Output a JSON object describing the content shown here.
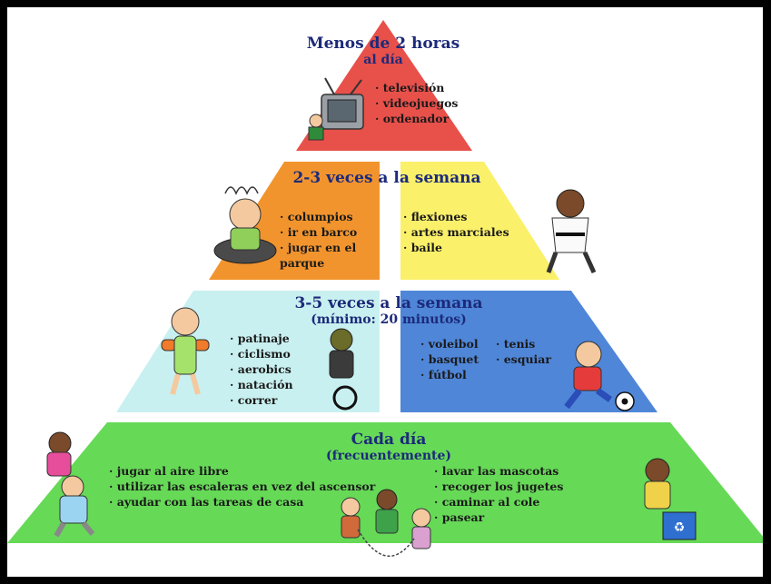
{
  "tiers": {
    "top": {
      "title_line1": "Menos de 2 horas",
      "title_line2": "al día",
      "items": [
        "televisión",
        "videojuegos",
        "ordenador"
      ]
    },
    "second": {
      "title": "2-3 veces a la semana",
      "left_items": [
        "columpios",
        "ir en barco",
        "jugar en el",
        "parque"
      ],
      "right_items": [
        "flexiones",
        "artes marciales",
        "baile"
      ]
    },
    "third": {
      "title_line1": "3-5 veces a la semana",
      "title_line2": "(mínimo: 20 minutos)",
      "left_items": [
        "patinaje",
        "ciclismo",
        "aerobics",
        "natación",
        "correr"
      ],
      "right_col1": [
        "voleibol",
        "basquet",
        "fútbol"
      ],
      "right_col2": [
        "tenis",
        "esquiar"
      ]
    },
    "base": {
      "title_line1": "Cada día",
      "title_line2": "(frecuentemente)",
      "left_items": [
        "jugar al aire libre",
        "utilizar las escaleras en vez del ascensor",
        "ayudar con las tareas de casa"
      ],
      "right_items": [
        "lavar las mascotas",
        "recoger los jugetes",
        "caminar al cole",
        "pasear"
      ]
    }
  },
  "colors": {
    "top": "#e8504a",
    "second_left": "#f2942e",
    "second_right": "#fbf06a",
    "third_left": "#c9f0f0",
    "third_right": "#4f86d8",
    "base": "#66d957",
    "title_text": "#1c2a7a"
  }
}
